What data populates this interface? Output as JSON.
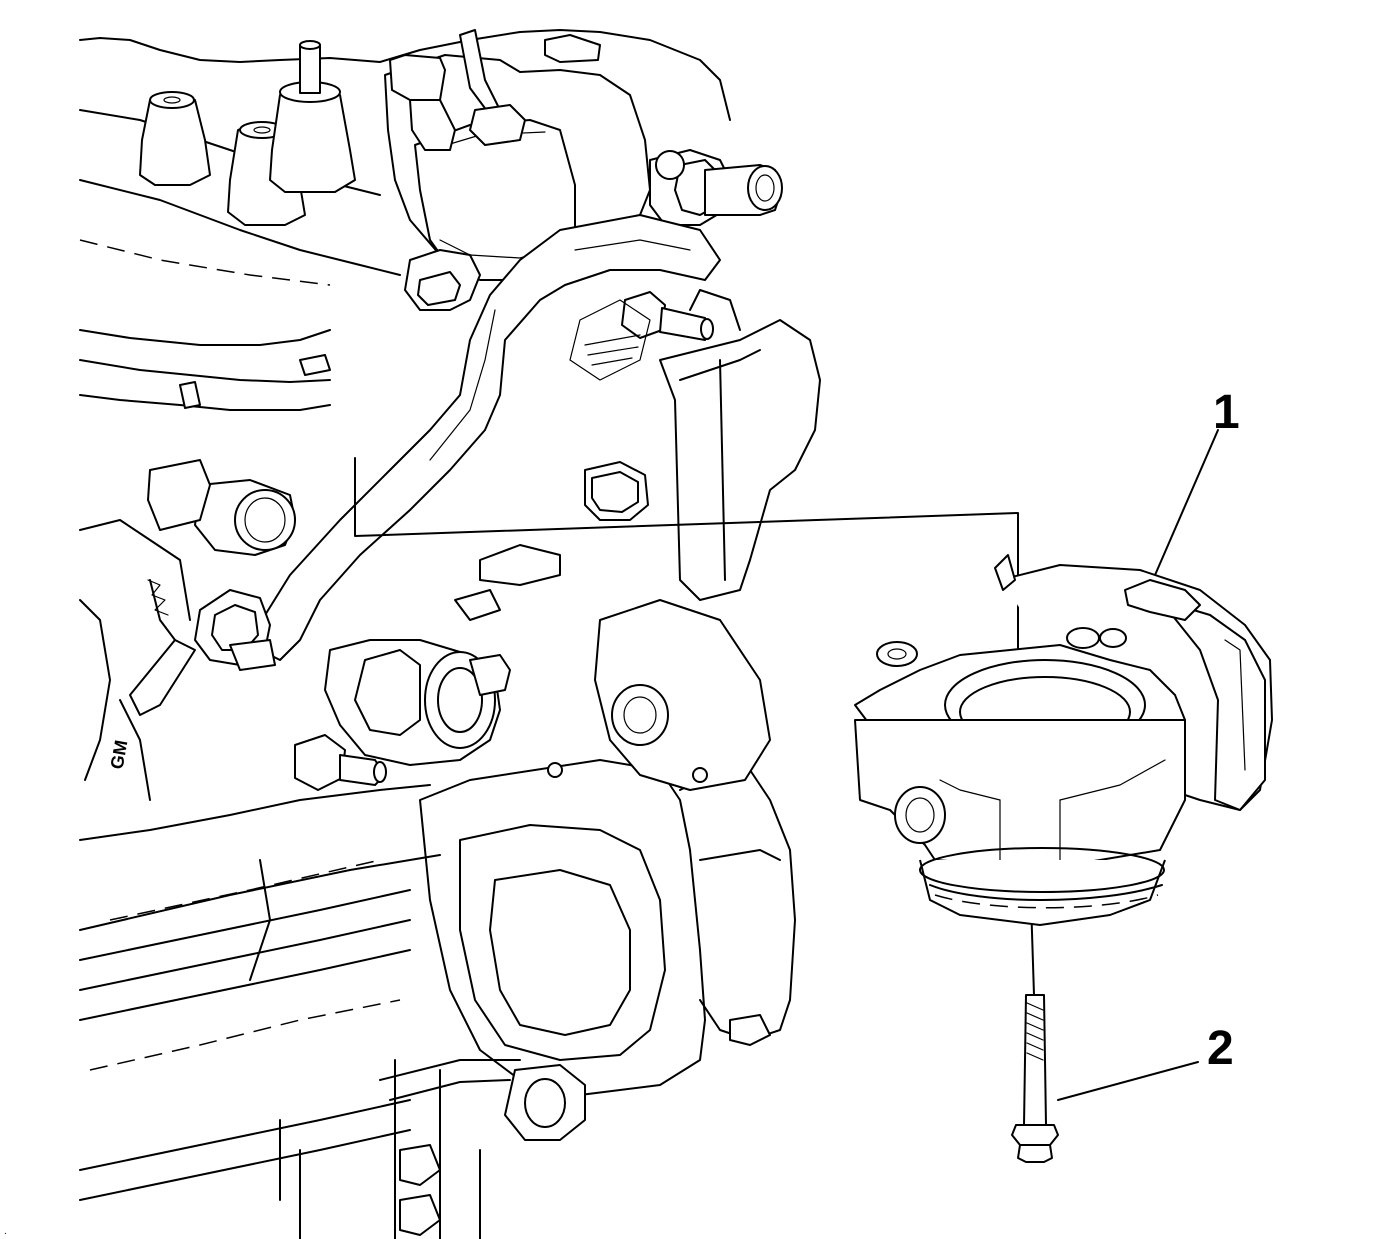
{
  "callouts": [
    {
      "id": "1",
      "label": "1"
    },
    {
      "id": "2",
      "label": "2"
    }
  ],
  "engine_casting_mark": "GM"
}
